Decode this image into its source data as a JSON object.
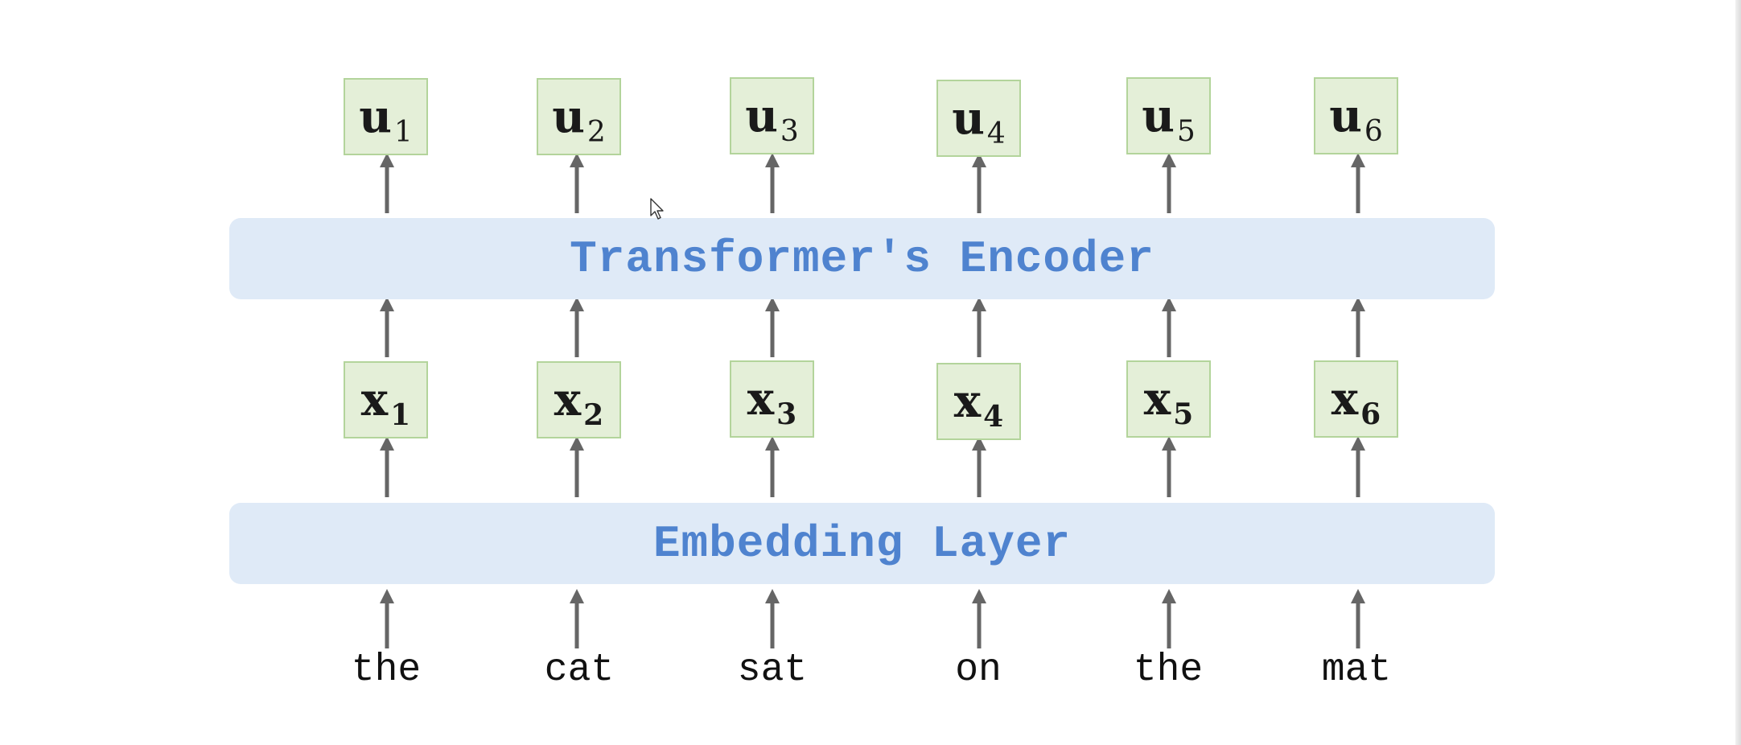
{
  "encoder": {
    "label": "Transformer's Encoder"
  },
  "embedding": {
    "label": "Embedding Layer"
  },
  "outputs": [
    {
      "symbol": "u",
      "sub": "1"
    },
    {
      "symbol": "u",
      "sub": "2"
    },
    {
      "symbol": "u",
      "sub": "3"
    },
    {
      "symbol": "u",
      "sub": "4"
    },
    {
      "symbol": "u",
      "sub": "5"
    },
    {
      "symbol": "u",
      "sub": "6"
    }
  ],
  "embeddings": [
    {
      "symbol": "x",
      "sub": "1"
    },
    {
      "symbol": "x",
      "sub": "2"
    },
    {
      "symbol": "x",
      "sub": "3"
    },
    {
      "symbol": "x",
      "sub": "4"
    },
    {
      "symbol": "x",
      "sub": "5"
    },
    {
      "symbol": "x",
      "sub": "6"
    }
  ],
  "words": [
    "the",
    "cat",
    "sat",
    "on",
    "the",
    "mat"
  ],
  "colors": {
    "band_fill": "#dfeaf7",
    "band_text": "#4f83cf",
    "box_fill": "#e4efd8",
    "box_border": "#b3d49b",
    "arrow": "#666666"
  },
  "icons": {
    "pointer": "mouse-pointer-icon"
  }
}
